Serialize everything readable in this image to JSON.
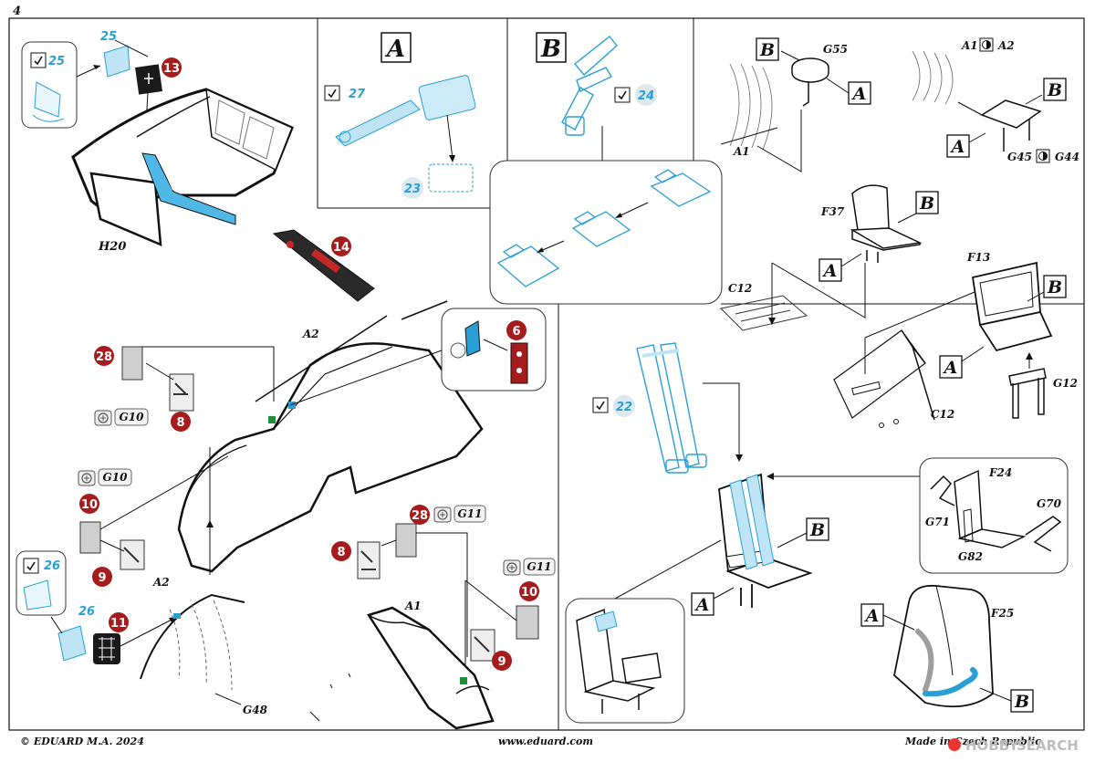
{
  "page_number": "4",
  "footer": {
    "copyright": "© EDUARD  M.A. 2024",
    "website": "www.eduard.com",
    "origin": "Made in Czech Republic"
  },
  "watermark": {
    "brand": "HOBBY",
    "suffix": "SEARCH"
  },
  "colors": {
    "pe_blue": "#2a9fd6",
    "pe_light_blue": "#bfe4f6",
    "callout_red": "#a61c1c",
    "line": "#111111",
    "grey_part": "#cfcfcf"
  },
  "labels": {
    "H20": "H20",
    "A2_top": "A2",
    "A2_bottom": "A2",
    "A1_main": "A1",
    "G48": "G48",
    "G10_a": "G10",
    "G10_b": "G10",
    "G11_a": "G11",
    "G11_b": "G11",
    "G55": "G55",
    "A1_g55": "A1",
    "A1A2": "A1",
    "A2_tr": "A2",
    "G45": "G45",
    "G44": "G44",
    "F37": "F37",
    "C12_a": "C12",
    "C12_b": "C12",
    "F13": "F13",
    "G12": "G12",
    "F24": "F24",
    "G70": "G70",
    "G71": "G71",
    "G82": "G82",
    "F25": "F25"
  },
  "panel_titles": {
    "panel_a": "A",
    "panel_b": "B"
  },
  "ref_boxes": {
    "a": "A",
    "b": "B"
  },
  "pe_numbers": {
    "n25": "25",
    "n25b": "25",
    "n27": "27",
    "n23": "23",
    "n24": "24",
    "n22": "22",
    "n26": "26",
    "n26b": "26"
  },
  "callouts": {
    "c13": "13",
    "c14": "14",
    "c6": "6",
    "c28a": "28",
    "c8a": "8",
    "c10a": "10",
    "c9a": "9",
    "c11": "11",
    "c28b": "28",
    "c8b": "8",
    "c10b": "10",
    "c9b": "9"
  },
  "icons": [
    "bend-icon",
    "remove-part-icon",
    "alternative-part-icon"
  ]
}
